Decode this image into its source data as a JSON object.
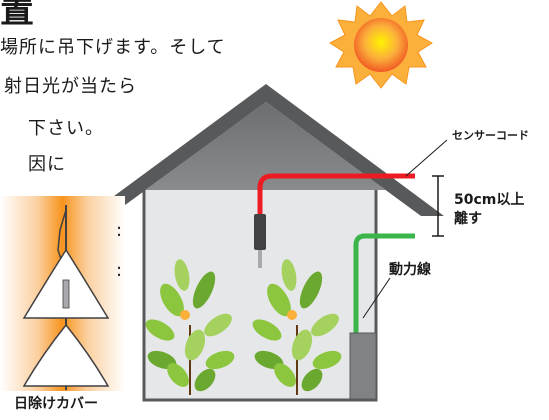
{
  "heading_fragment": "置",
  "instructions": [
    "場所に吊下げます。そして",
    "射日光が当たら",
    "下さい。",
    "因に"
  ],
  "side_marks": [
    ":",
    ":"
  ],
  "labels": {
    "sensor_cord": "センサーコード",
    "distance": [
      "50cm以上",
      "離す"
    ],
    "power_line": "動力線",
    "sun_cover": "日除けカバー"
  },
  "colors": {
    "sun": "#f7941d",
    "sun_core": "#f15a24",
    "roof": "#58595b",
    "wall_fill": "#e6e7e8",
    "sensor_cord": "#ed1c24",
    "power_line": "#39b54a",
    "box": "#808285",
    "cover_glow": "#f7941d",
    "plant": "#8cc63f"
  },
  "icons": [
    "sun-icon",
    "plant-icon",
    "sensor-icon",
    "sun-cover-icon",
    "power-box-icon"
  ]
}
